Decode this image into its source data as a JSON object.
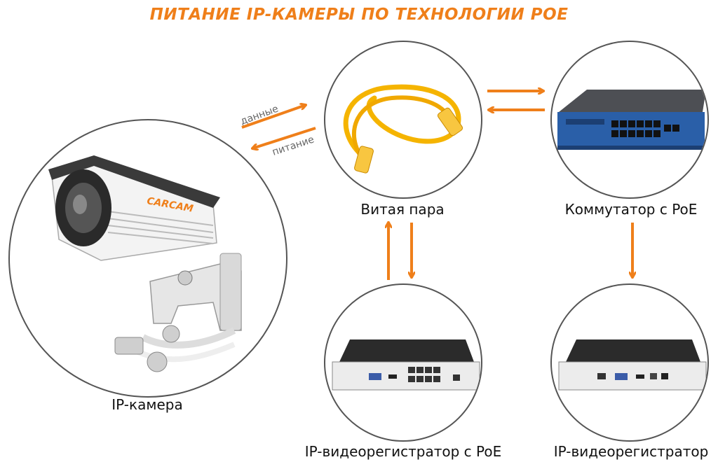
{
  "title": "ПИТАНИЕ IP-КАМЕРЫ ПО ТЕХНОЛОГИИ POE",
  "nodes": {
    "camera": {
      "label": "IP-камера",
      "brand": "CARCAM"
    },
    "cable": {
      "label": "Витая пара"
    },
    "switch": {
      "label": "Коммутатор с PoE"
    },
    "nvr_poe": {
      "label": "IP-видеорегистратор с PoE"
    },
    "nvr": {
      "label": "IP-видеорегистратор"
    }
  },
  "arrows": {
    "data_label": "данные",
    "power_label": "питание"
  },
  "colors": {
    "accent": "#ef7f1a",
    "outline": "#555555",
    "cable": "#f5b400",
    "switch_blue": "#2a5fa8",
    "device_dark": "#2b2b2b"
  }
}
